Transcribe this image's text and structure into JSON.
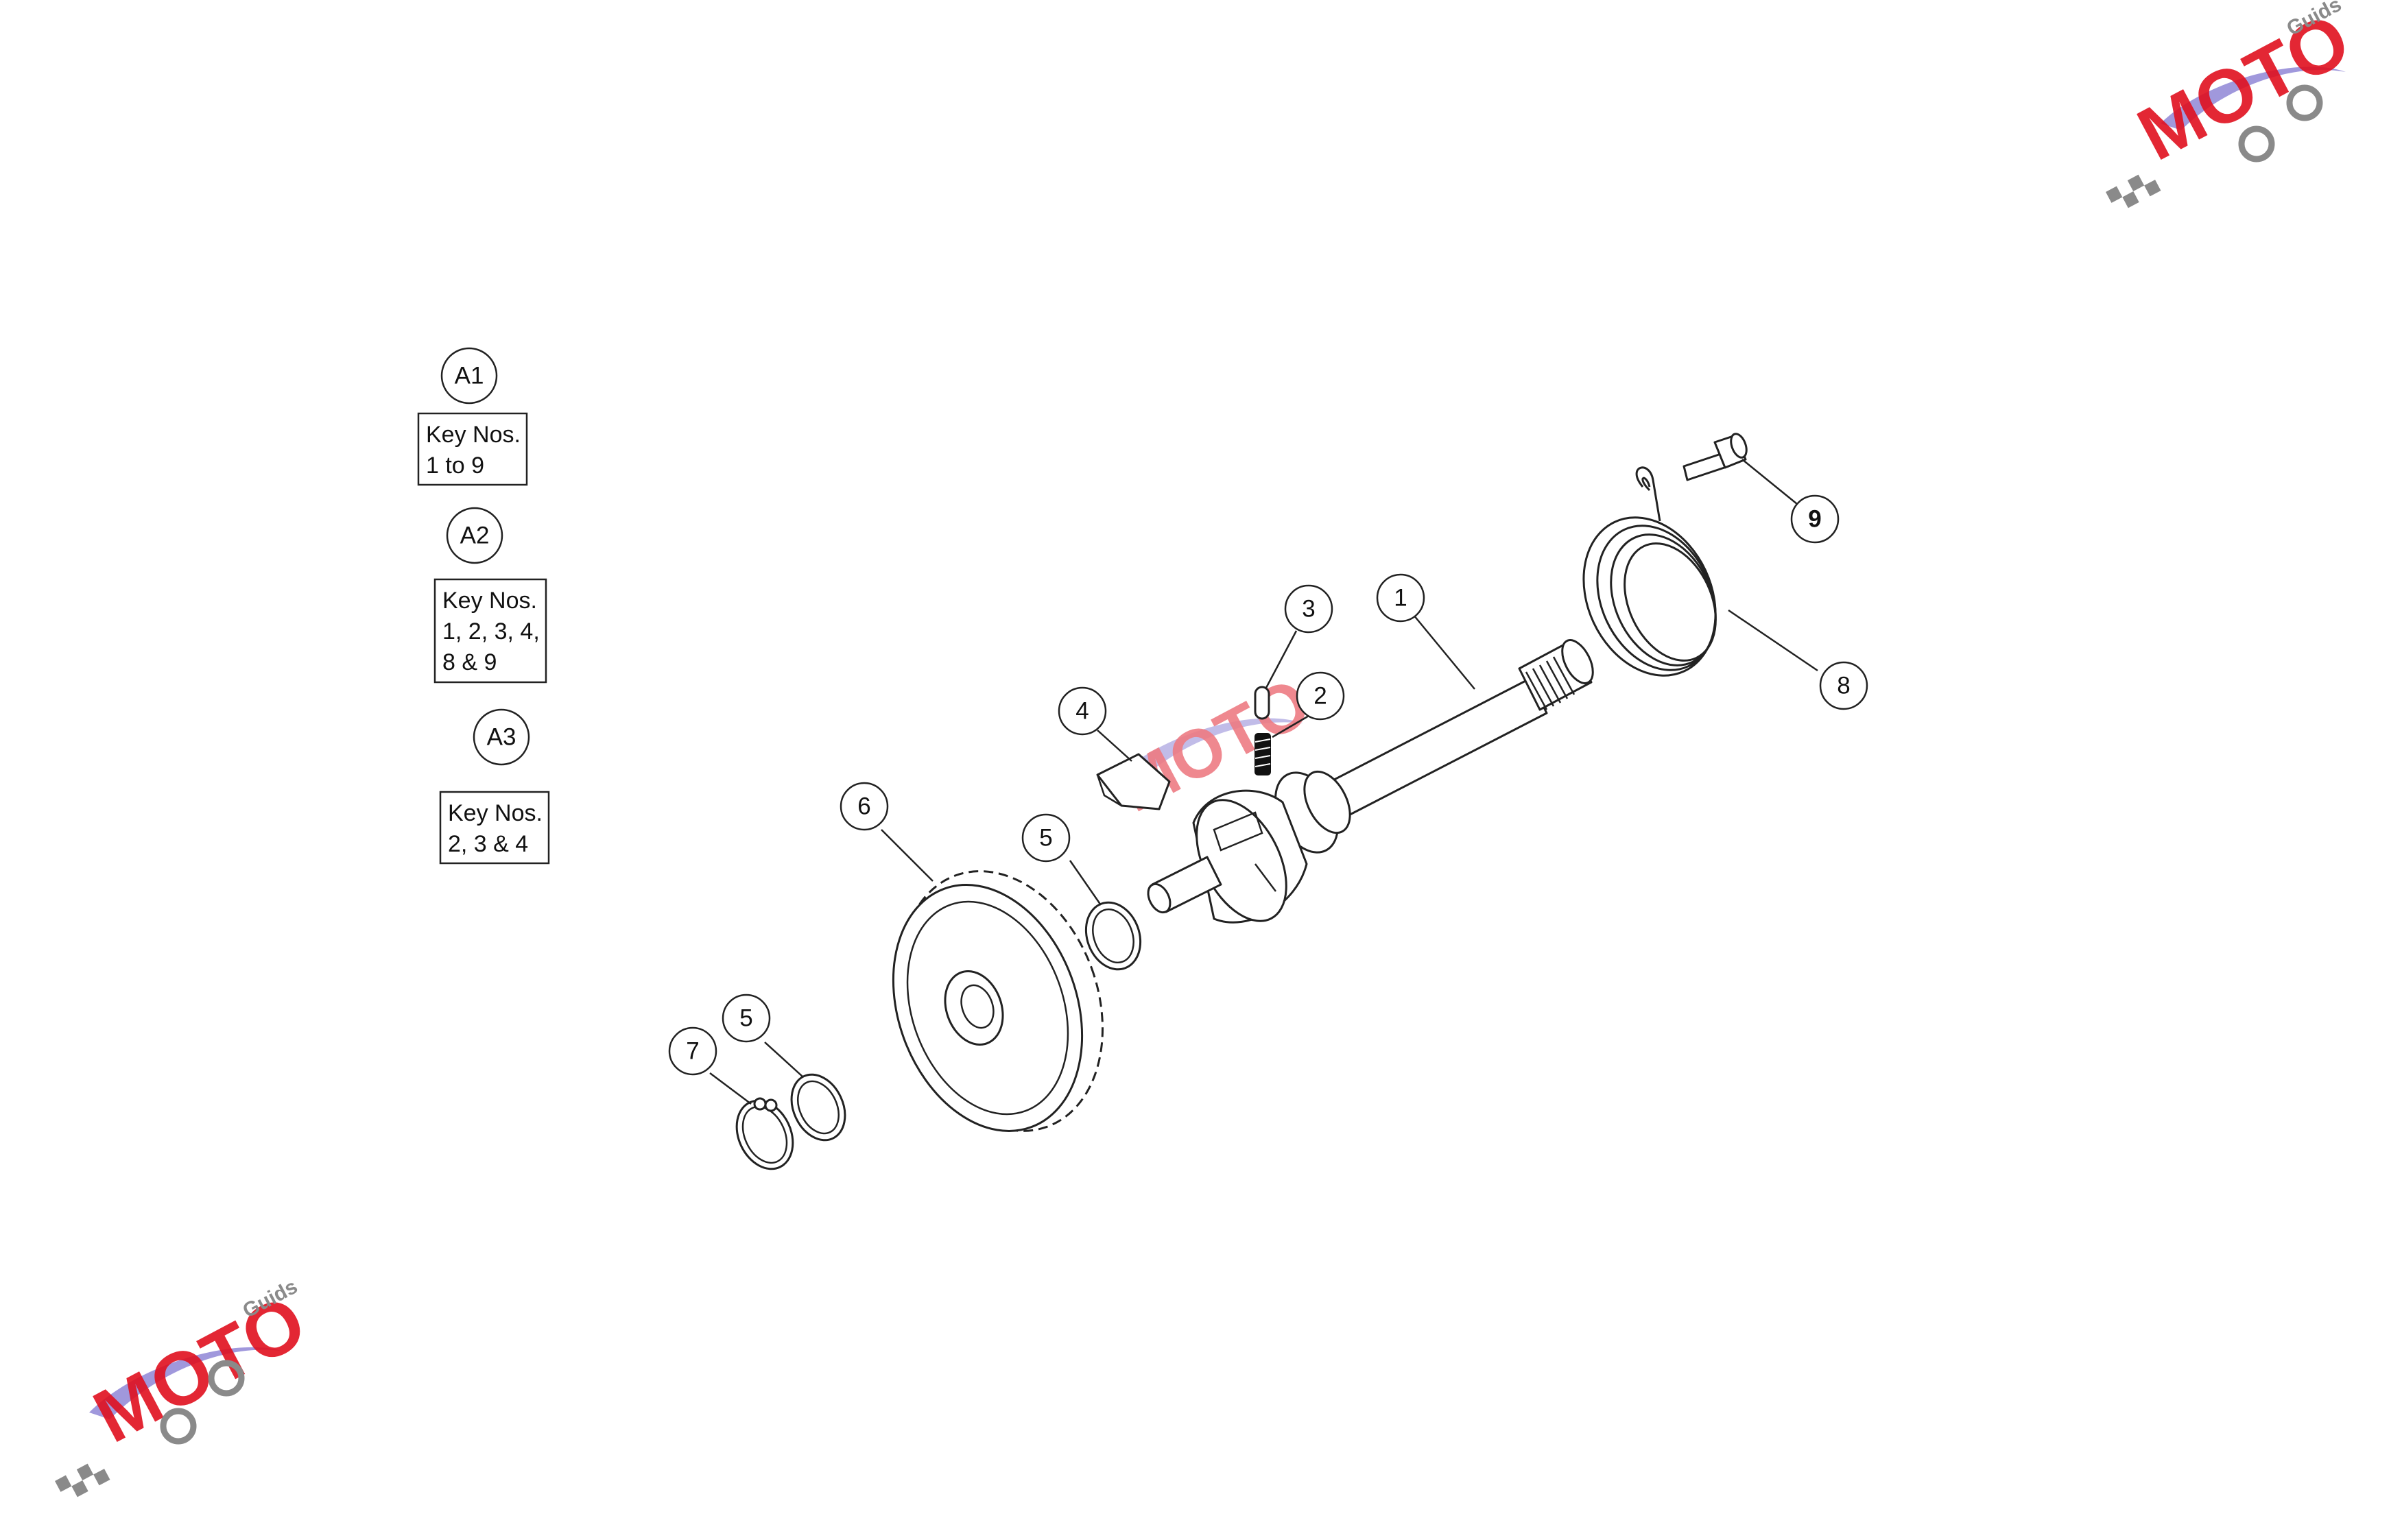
{
  "watermark": {
    "brand": "MOTO",
    "sub": "Guids",
    "colors": {
      "red": "#e0101f",
      "purple": "#8f86d6",
      "gray": "#8a8a8a"
    }
  },
  "assemblies": [
    {
      "id": "A1",
      "title": "Key Nos.",
      "line2": "1 to 9",
      "line3": ""
    },
    {
      "id": "A2",
      "title": "Key Nos.",
      "line2": "1, 2, 3, 4,",
      "line3": "8 & 9"
    },
    {
      "id": "A3",
      "title": "Key Nos.",
      "line2": "2, 3 & 4",
      "line3": ""
    }
  ],
  "callouts": {
    "c1": "1",
    "c2": "2",
    "c3": "3",
    "c4": "4",
    "c5a": "5",
    "c5b": "5",
    "c6": "6",
    "c7": "7",
    "c8": "8",
    "c9": "9"
  },
  "parts": {
    "p1": "shaft-icon",
    "p2": "spring-icon",
    "p3": "pin-icon",
    "p4": "ratchet-stopper-icon",
    "p5": "washer-icon",
    "p6": "gear-icon",
    "p7": "circlip-icon",
    "p8": "coil-spring-icon",
    "p9": "bolt-icon"
  }
}
